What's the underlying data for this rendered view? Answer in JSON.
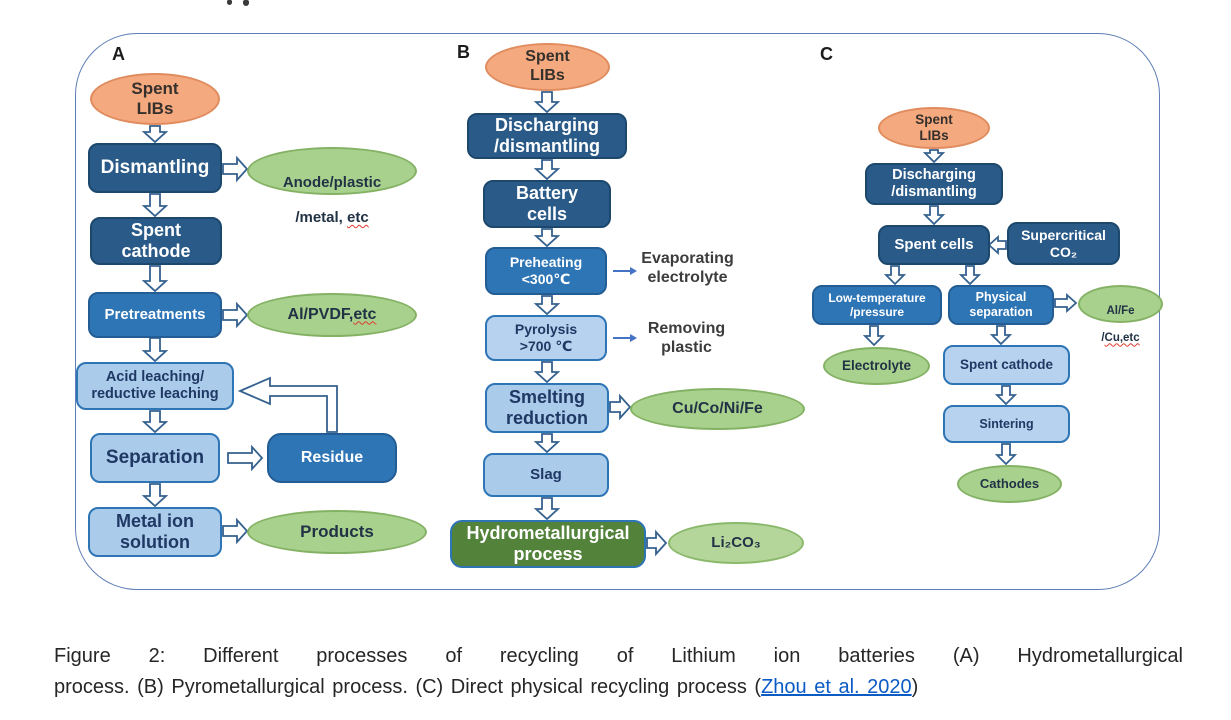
{
  "panels": {
    "a": "A",
    "b": "B",
    "c": "C"
  },
  "colors": {
    "dark_blue": "#2a5a87",
    "mid_blue": "#2e75b6",
    "light_blue": "#aacbea",
    "green_ellipse": "#a9d18e",
    "green_box": "#53823a",
    "orange_ellipse": "#f5a97f",
    "border_blue": "#5f7fb5",
    "link_blue": "#0b5bc5",
    "squiggle_red": "#e03a2f"
  },
  "nodes": {
    "a_spent_libs": "Spent\nLIBs",
    "a_dismantling": "Dismantling",
    "a_anode": {
      "l1": "Anode/plastic",
      "l2a": "/metal, ",
      "l2b": "etc"
    },
    "a_spent_cathode": "Spent\ncathode",
    "a_pretreatments": "Pretreatments",
    "a_al_pvdf": {
      "l1a": "Al/PVDF, ",
      "l1b": "etc"
    },
    "a_acid": "Acid leaching/\nreductive leaching",
    "a_separation": "Separation",
    "a_residue": "Residue",
    "a_metal_ion": "Metal ion\nsolution",
    "a_products": "Products",
    "b_spent_libs": "Spent\nLIBs",
    "b_discharging": "Discharging\n/dismantling",
    "b_battery_cells": "Battery\ncells",
    "b_preheating": "Preheating\n<300℃",
    "b_evaporating": "Evaporating\nelectrolyte",
    "b_pyrolysis": "Pyrolysis\n>700 ℃",
    "b_removing": "Removing\nplastic",
    "b_smelting": "Smelting\nreduction",
    "b_cu_co_ni_fe": "Cu/Co/Ni/Fe",
    "b_slag": "Slag",
    "b_hydro": "Hydrometallurgical\nprocess",
    "b_li2co3": "Li₂CO₃",
    "c_spent_libs": "Spent\nLIBs",
    "c_discharging": "Discharging\n/dismantling",
    "c_spent_cells": "Spent cells",
    "c_supercritical": "Supercritical\nCO₂",
    "c_lowtemp": "Low-temperature\n/pressure",
    "c_physical": "Physical\nseparation",
    "c_alfe": {
      "l1": "Al/Fe",
      "l2a": "/",
      "l2b": "Cu,etc"
    },
    "c_electrolyte": "Electrolyte",
    "c_spent_cathode": "Spent cathode",
    "c_sintering": "Sintering",
    "c_cathodes": "Cathodes"
  },
  "caption": {
    "line1": "Figure 2: Different processes of  recycling of Lithium ion batteries (A) Hydrometallurgical",
    "line2_pre": "process. (B) Pyrometallurgical process. (C) Direct physical recycling process  (",
    "link": "Zhou et al. 2020",
    "line2_post": ")"
  }
}
